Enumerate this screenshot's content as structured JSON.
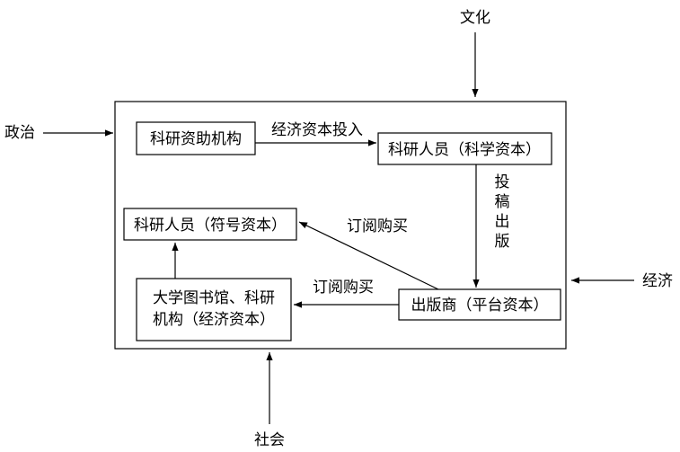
{
  "environment": {
    "culture": "文化",
    "politics": "政治",
    "economy": "经济",
    "society": "社会"
  },
  "nodes": {
    "funding_agency": "科研资助机构",
    "researcher_science": "科研人员（科学资本）",
    "researcher_symbolic": "科研人员（符号资本）",
    "library_line1": "大学图书馆、科研",
    "library_line2": "机构（经济资本）",
    "publisher": "出版商（平台资本）"
  },
  "edges": {
    "investment": "经济资本投入",
    "submit_publish": [
      "投",
      "稿",
      "出",
      "版"
    ],
    "subscribe_to_researcher": "订阅购买",
    "subscribe_to_library": "订阅购买"
  }
}
